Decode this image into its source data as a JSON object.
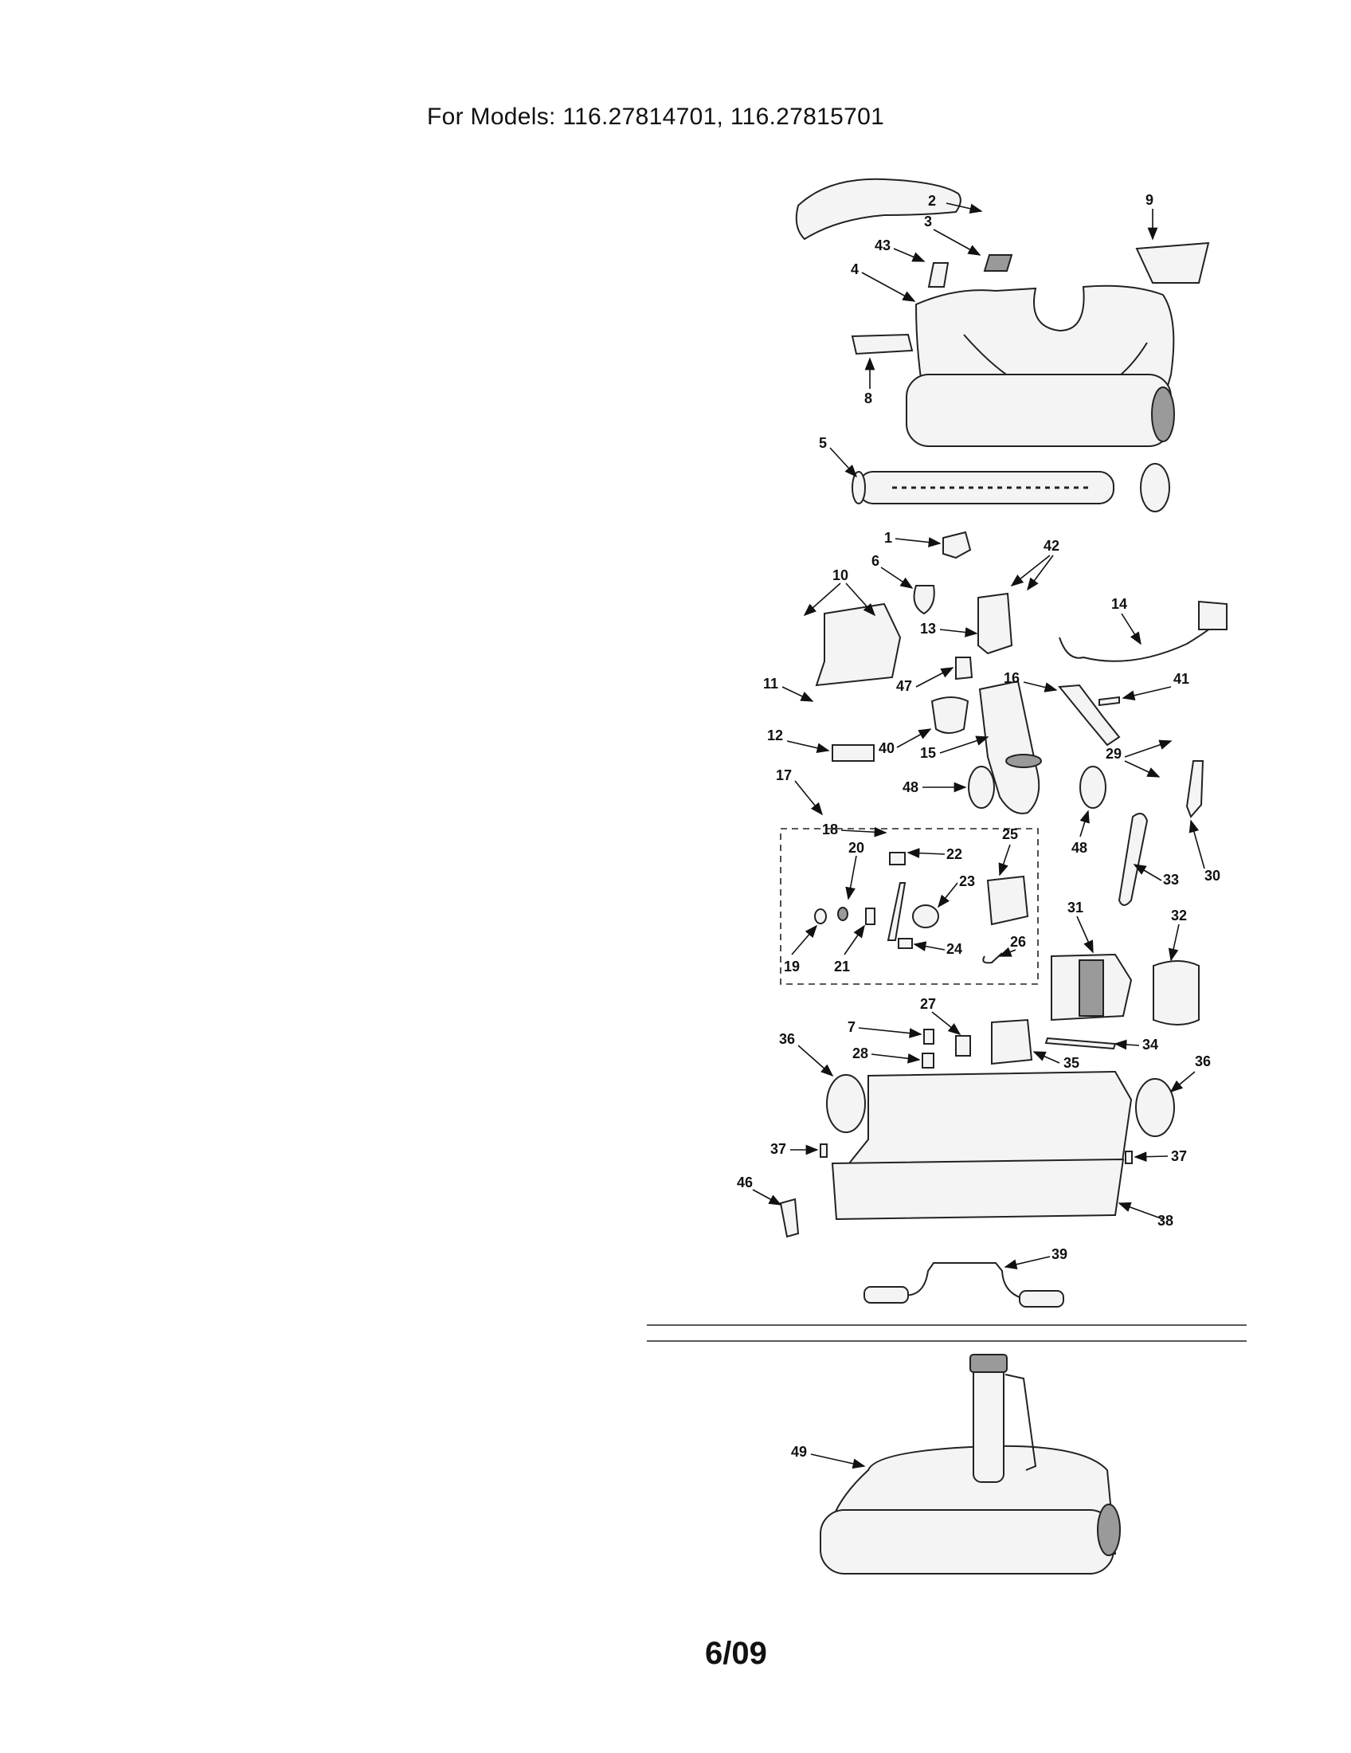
{
  "header": {
    "title": "For Models:  116.27814701, 116.27815701"
  },
  "footer": {
    "page": "6/09"
  },
  "callouts": [
    "1",
    "2",
    "3",
    "4",
    "5",
    "6",
    "7",
    "8",
    "9",
    "10",
    "11",
    "12",
    "13",
    "14",
    "15",
    "16",
    "17",
    "18",
    "19",
    "20",
    "21",
    "22",
    "23",
    "24",
    "25",
    "26",
    "27",
    "28",
    "29",
    "30",
    "31",
    "32",
    "33",
    "34",
    "35",
    "36",
    "37",
    "38",
    "39",
    "40",
    "41",
    "42",
    "43",
    "46",
    "47",
    "48",
    "49"
  ],
  "labels": [
    {
      "id": "2",
      "text": "2"
    },
    {
      "id": "9",
      "text": "9"
    },
    {
      "id": "3",
      "text": "3"
    },
    {
      "id": "43",
      "text": "43"
    },
    {
      "id": "4",
      "text": "4"
    },
    {
      "id": "8",
      "text": "8"
    },
    {
      "id": "5",
      "text": "5"
    },
    {
      "id": "1",
      "text": "1"
    },
    {
      "id": "42",
      "text": "42"
    },
    {
      "id": "6",
      "text": "6"
    },
    {
      "id": "10",
      "text": "10"
    },
    {
      "id": "14",
      "text": "14"
    },
    {
      "id": "13",
      "text": "13"
    },
    {
      "id": "11",
      "text": "11"
    },
    {
      "id": "47",
      "text": "47"
    },
    {
      "id": "16",
      "text": "16"
    },
    {
      "id": "41",
      "text": "41"
    },
    {
      "id": "12",
      "text": "12"
    },
    {
      "id": "40",
      "text": "40"
    },
    {
      "id": "15",
      "text": "15"
    },
    {
      "id": "48a",
      "text": "48"
    },
    {
      "id": "29",
      "text": "29"
    },
    {
      "id": "17",
      "text": "17"
    },
    {
      "id": "18",
      "text": "18"
    },
    {
      "id": "20",
      "text": "20"
    },
    {
      "id": "22",
      "text": "22"
    },
    {
      "id": "25",
      "text": "25"
    },
    {
      "id": "48b",
      "text": "48"
    },
    {
      "id": "23",
      "text": "23"
    },
    {
      "id": "33",
      "text": "33"
    },
    {
      "id": "30",
      "text": "30"
    },
    {
      "id": "31",
      "text": "31"
    },
    {
      "id": "32",
      "text": "32"
    },
    {
      "id": "19",
      "text": "19"
    },
    {
      "id": "21",
      "text": "21"
    },
    {
      "id": "24",
      "text": "24"
    },
    {
      "id": "26",
      "text": "26"
    },
    {
      "id": "27",
      "text": "27"
    },
    {
      "id": "7",
      "text": "7"
    },
    {
      "id": "36a",
      "text": "36"
    },
    {
      "id": "28",
      "text": "28"
    },
    {
      "id": "35",
      "text": "35"
    },
    {
      "id": "34",
      "text": "34"
    },
    {
      "id": "36b",
      "text": "36"
    },
    {
      "id": "37a",
      "text": "37"
    },
    {
      "id": "37b",
      "text": "37"
    },
    {
      "id": "46",
      "text": "46"
    },
    {
      "id": "38",
      "text": "38"
    },
    {
      "id": "39",
      "text": "39"
    },
    {
      "id": "49",
      "text": "49"
    }
  ]
}
